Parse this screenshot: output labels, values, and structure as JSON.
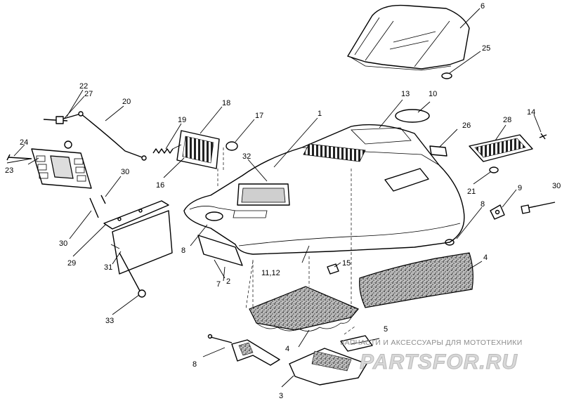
{
  "watermark": {
    "caption": "ЗАПЧАСТИ И АКСЕССУАРЫ ДЛЯ МОТОТЕХНИКИ",
    "brand": "PARTSFOR.RU"
  },
  "callouts": [
    {
      "id": "c1",
      "text": "1"
    },
    {
      "id": "c2",
      "text": "2"
    },
    {
      "id": "c3",
      "text": "3"
    },
    {
      "id": "c4a",
      "text": "4"
    },
    {
      "id": "c4b",
      "text": "4"
    },
    {
      "id": "c5",
      "text": "5"
    },
    {
      "id": "c6",
      "text": "6"
    },
    {
      "id": "c7",
      "text": "7"
    },
    {
      "id": "c8a",
      "text": "8"
    },
    {
      "id": "c8b",
      "text": "8"
    },
    {
      "id": "c8c",
      "text": "8"
    },
    {
      "id": "c9",
      "text": "9"
    },
    {
      "id": "c10",
      "text": "10"
    },
    {
      "id": "c1112",
      "text": "11,12"
    },
    {
      "id": "c13",
      "text": "13"
    },
    {
      "id": "c14",
      "text": "14"
    },
    {
      "id": "c15",
      "text": "15"
    },
    {
      "id": "c16",
      "text": "16"
    },
    {
      "id": "c17",
      "text": "17"
    },
    {
      "id": "c18",
      "text": "18"
    },
    {
      "id": "c19",
      "text": "19"
    },
    {
      "id": "c20",
      "text": "20"
    },
    {
      "id": "c21",
      "text": "21"
    },
    {
      "id": "c22",
      "text": "22"
    },
    {
      "id": "c23",
      "text": "23"
    },
    {
      "id": "c24",
      "text": "24"
    },
    {
      "id": "c25",
      "text": "25"
    },
    {
      "id": "c26",
      "text": "26"
    },
    {
      "id": "c27",
      "text": "27"
    },
    {
      "id": "c28",
      "text": "28"
    },
    {
      "id": "c29",
      "text": "29"
    },
    {
      "id": "c30a",
      "text": "30"
    },
    {
      "id": "c30b",
      "text": "30"
    },
    {
      "id": "c30c",
      "text": "30"
    },
    {
      "id": "c31",
      "text": "31"
    },
    {
      "id": "c32",
      "text": "32"
    },
    {
      "id": "c33",
      "text": "33"
    }
  ]
}
